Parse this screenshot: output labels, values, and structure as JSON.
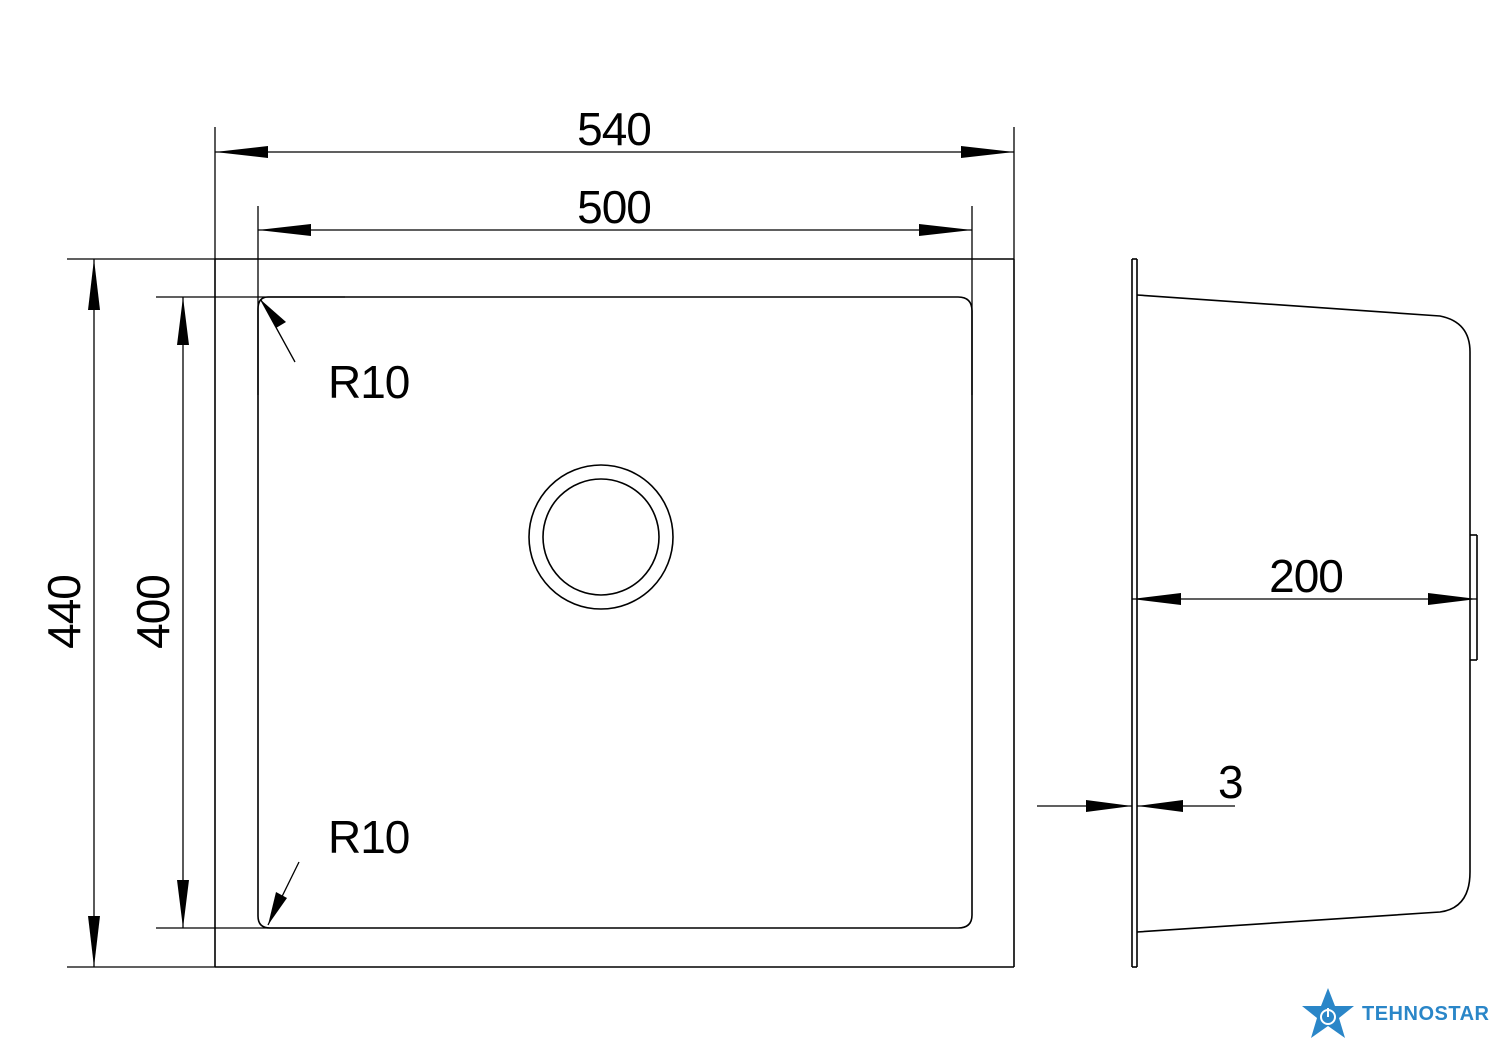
{
  "dimensions": {
    "outer_width": "540",
    "inner_width": "500",
    "outer_height": "440",
    "inner_height": "400",
    "radius_top": "R10",
    "radius_bottom": "R10",
    "depth": "200",
    "thickness": "3"
  },
  "logo": {
    "text": "TEHNOSTAR",
    "color": "#2a86c8",
    "icon": "star-power-icon"
  }
}
